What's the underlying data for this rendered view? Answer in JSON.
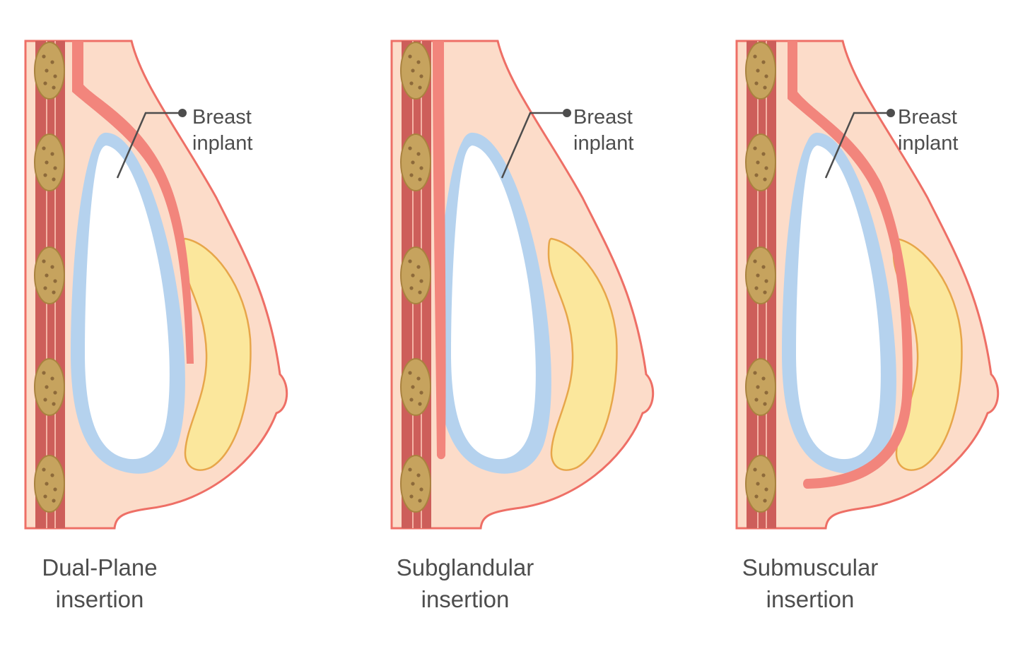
{
  "panels": [
    {
      "id": "dual-plane",
      "callout_line1": "Breast",
      "callout_line2": "inplant",
      "caption_line1": "Dual-Plane",
      "caption_line2": "insertion"
    },
    {
      "id": "subglandular",
      "callout_line1": "Breast",
      "callout_line2": "inplant",
      "caption_line1": "Subglandular",
      "caption_line2": "insertion"
    },
    {
      "id": "submuscular",
      "callout_line1": "Breast",
      "callout_line2": "inplant",
      "caption_line1": "Submuscular",
      "caption_line2": "insertion"
    }
  ],
  "colors": {
    "skin": "#fcdcc9",
    "skin_outline": "#ee6f66",
    "chest_wall": "#cd5e5a",
    "rib": "#c6a35e",
    "muscle": "#f2857c",
    "gland": "#fbe79c",
    "implant": "#b5d2ee",
    "text": "#4d4d4d"
  }
}
